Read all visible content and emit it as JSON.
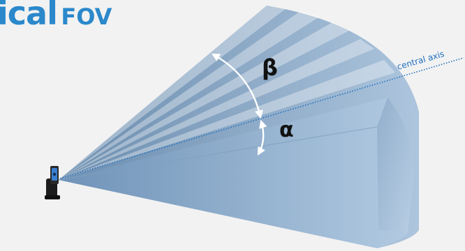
{
  "title": {
    "word1": "ical",
    "word2": "FOV"
  },
  "labels": {
    "beta": "β",
    "alpha": "α",
    "axis": "central axis"
  },
  "colors": {
    "title": "#2b88cb",
    "axis_line": "#1f6fc0",
    "arc_arrow": "#ffffff",
    "camera_body": "#1c1c1c",
    "camera_lens": "#3a7fd0"
  }
}
